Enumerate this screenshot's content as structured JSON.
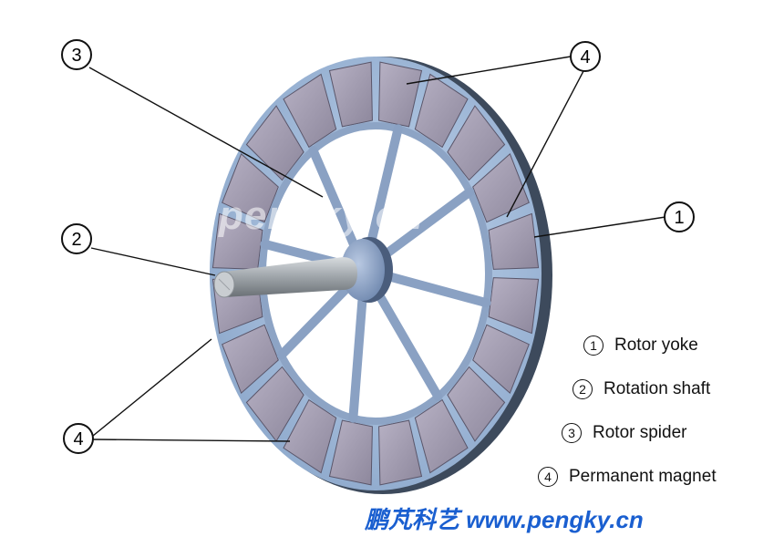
{
  "callouts": {
    "c1": "1",
    "c2": "2",
    "c3": "3",
    "c4a": "4",
    "c4b": "4"
  },
  "legend": [
    {
      "num": "1",
      "label": "Rotor yoke"
    },
    {
      "num": "2",
      "label": "Rotation shaft"
    },
    {
      "num": "3",
      "label": "Rotor spider"
    },
    {
      "num": "4",
      "label": "Permanent magnet"
    }
  ],
  "watermark": "pengky.cn",
  "footer": "鹏芃科艺 www.pengky.cn",
  "colors": {
    "yoke": "#9db8d8",
    "magnet": "#a7a1b4",
    "spider": "#90a6c6",
    "shaft": "#9aa0a6",
    "footer_text": "#1a5fd0"
  }
}
